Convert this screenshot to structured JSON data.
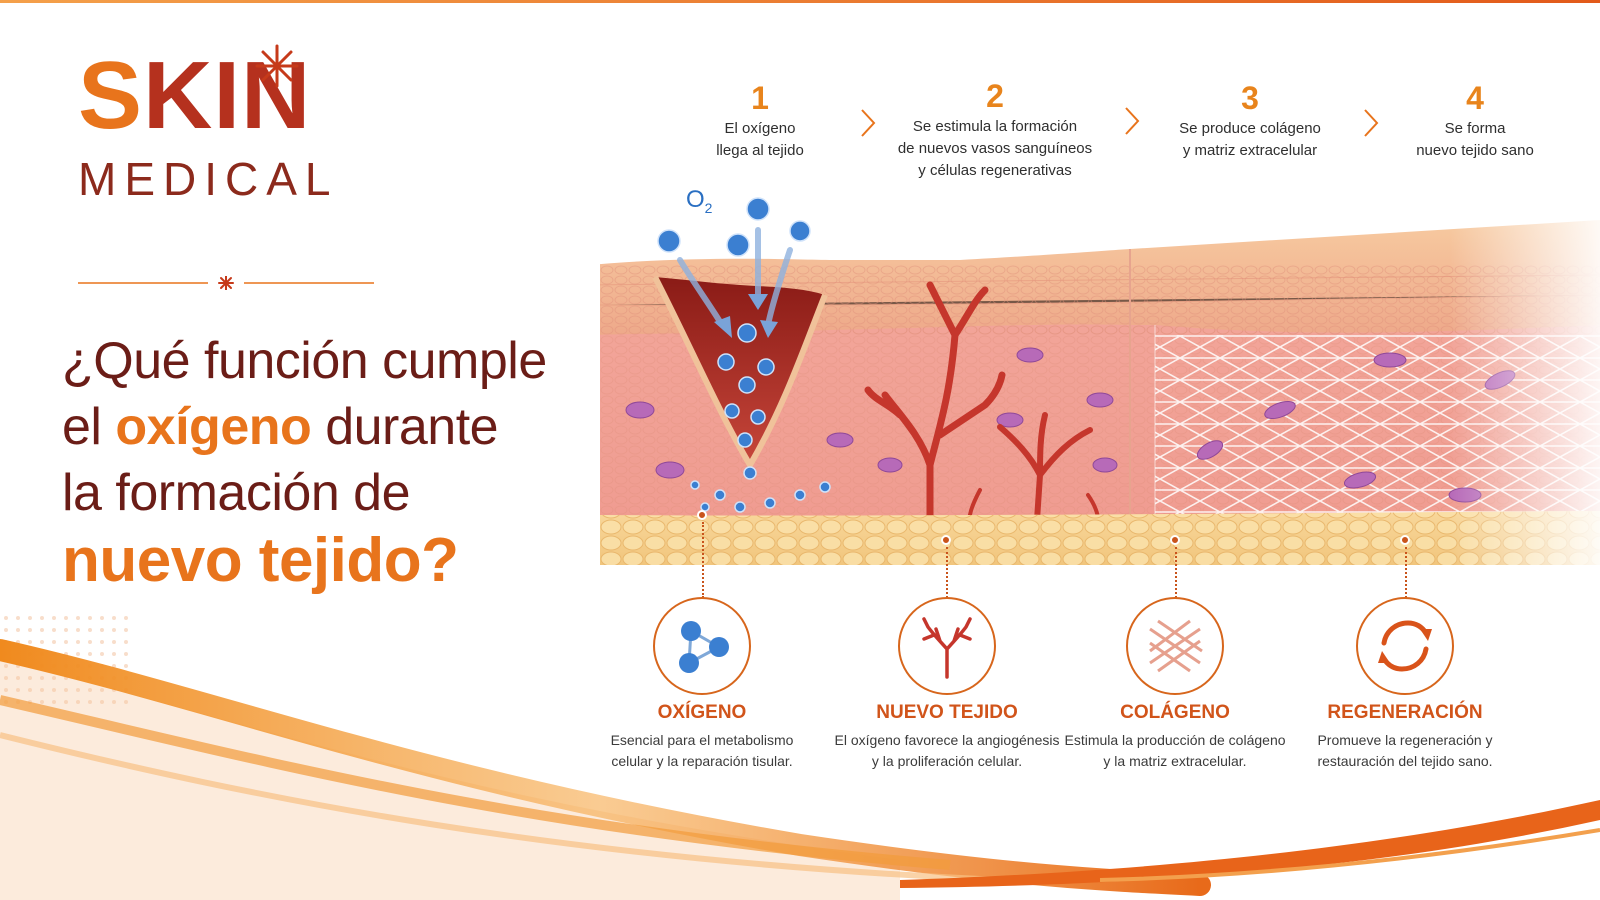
{
  "brand": {
    "skin_part1": "S",
    "skin_part2": "KIN",
    "medical": "MEDICAL",
    "colors": {
      "orange": "#e8741c",
      "dark_red": "#8c2a1c",
      "red": "#b5311e"
    }
  },
  "headline": {
    "line1": "¿Qué función cumple",
    "line2_a": "el ",
    "line2_hl": "oxígeno",
    "line2_b": " durante",
    "line3": "la formación de",
    "line4": "nuevo tejido?"
  },
  "steps": [
    {
      "num": "1",
      "line1": "El oxígeno",
      "line2": "llega al tejido",
      "line3": ""
    },
    {
      "num": "2",
      "line1": "Se estimula la formación",
      "line2": "de nuevos vasos sanguíneos",
      "line3": "y células regenerativas"
    },
    {
      "num": "3",
      "line1": "Se produce colágeno",
      "line2": "y matriz extracelular",
      "line3": ""
    },
    {
      "num": "4",
      "line1": "Se forma",
      "line2": "nuevo tejido sano",
      "line3": ""
    }
  ],
  "o2_label": {
    "main": "O",
    "sub": "2"
  },
  "features": [
    {
      "title": "OXÍGENO",
      "desc1": "Esencial para el metabolismo",
      "desc2": "celular y la reparación tisular.",
      "icon": "molecule-icon"
    },
    {
      "title": "NUEVO TEJIDO",
      "desc1": "El oxígeno favorece la angiogénesis",
      "desc2": "y la proliferación celular.",
      "icon": "blood-vessel-icon"
    },
    {
      "title": "COLÁGENO",
      "desc1": "Estimula la producción de colágeno",
      "desc2": "y la matriz extracelular.",
      "icon": "collagen-mesh-icon"
    },
    {
      "title": "REGENERACIÓN",
      "desc1": "Promueve la regeneración y",
      "desc2": "restauración del tejido sano.",
      "icon": "cycle-arrows-icon"
    }
  ]
}
